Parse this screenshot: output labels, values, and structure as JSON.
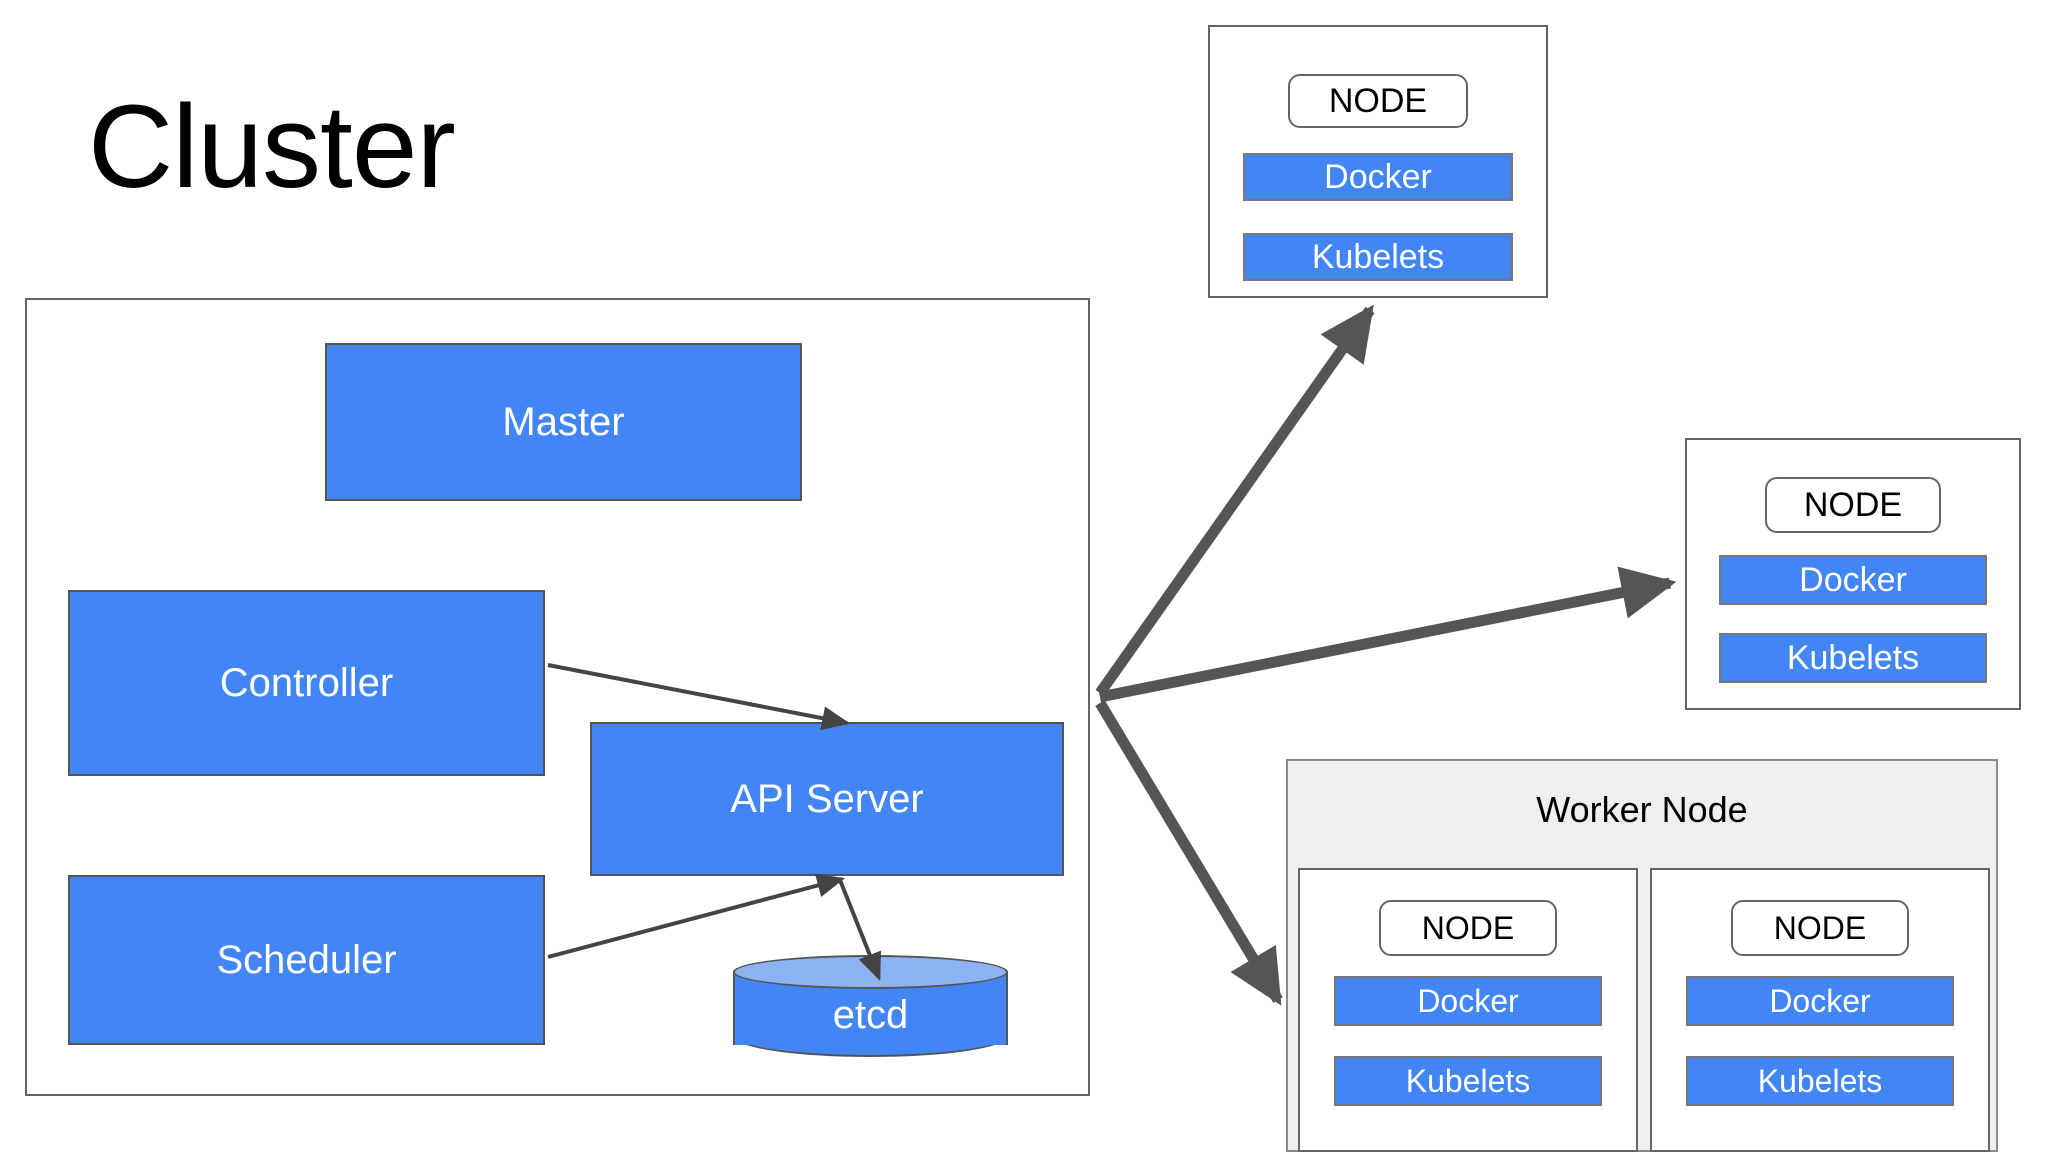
{
  "diagram": {
    "title": "Cluster",
    "background_color": "#ffffff",
    "accent_blue": "#4285F4",
    "accent_blue_light": "#8CB4F2",
    "border_gray": "#555555",
    "group_gray": "#EFEFEF",
    "arrow_gray": "#555555"
  },
  "cluster": {
    "label": "Cluster",
    "components": {
      "master": "Master",
      "controller": "Controller",
      "scheduler": "Scheduler",
      "api_server": "API Server",
      "etcd": "etcd"
    }
  },
  "nodes": {
    "node_a": {
      "title": "NODE",
      "docker": "Docker",
      "kubelets": "Kubelets"
    },
    "node_b": {
      "title": "NODE",
      "docker": "Docker",
      "kubelets": "Kubelets"
    },
    "worker_group": {
      "title": "Worker Node",
      "node_c": {
        "title": "NODE",
        "docker": "Docker",
        "kubelets": "Kubelets"
      },
      "node_d": {
        "title": "NODE",
        "docker": "Docker",
        "kubelets": "Kubelets"
      }
    }
  },
  "connections": [
    {
      "from": "Controller",
      "to": "API Server",
      "style": "thin-arrow"
    },
    {
      "from": "Scheduler",
      "to": "API Server",
      "style": "thin-arrow"
    },
    {
      "from": "API Server",
      "to": "etcd",
      "style": "thin-arrow"
    },
    {
      "from": "Cluster",
      "to": "NODE (top right)",
      "style": "thick-arrow"
    },
    {
      "from": "Cluster",
      "to": "NODE (middle right)",
      "style": "thick-arrow"
    },
    {
      "from": "Cluster",
      "to": "Worker Node",
      "style": "thick-arrow"
    }
  ]
}
